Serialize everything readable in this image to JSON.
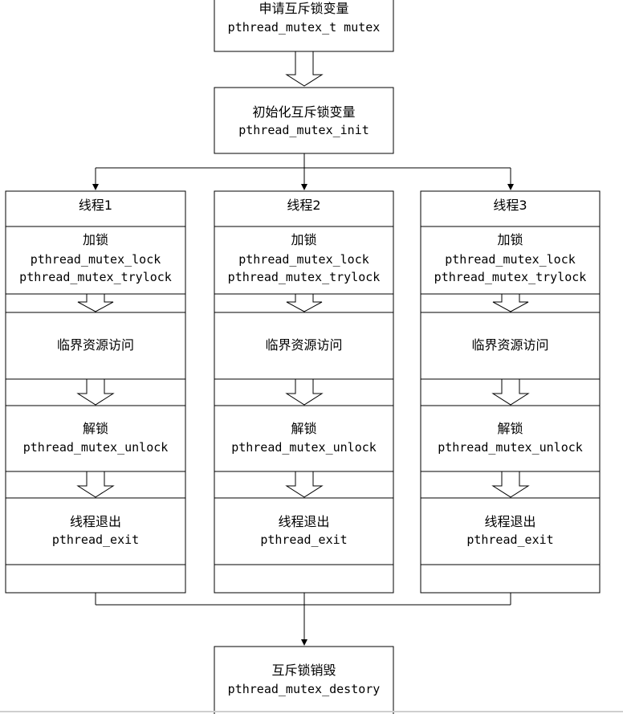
{
  "top_box": {
    "line1": "申请互斥锁变量",
    "line2": "pthread_mutex_t mutex"
  },
  "init_box": {
    "line1": "初始化互斥锁变量",
    "line2": "pthread_mutex_init"
  },
  "threads": [
    {
      "title": "线程1",
      "lock": {
        "line1": "加锁",
        "line2": "pthread_mutex_lock",
        "line3": "pthread_mutex_trylock"
      },
      "critical": "临界资源访问",
      "unlock": {
        "line1": "解锁",
        "line2": "pthread_mutex_unlock"
      },
      "exit": {
        "line1": "线程退出",
        "line2": "pthread_exit"
      }
    },
    {
      "title": "线程2",
      "lock": {
        "line1": "加锁",
        "line2": "pthread_mutex_lock",
        "line3": "pthread_mutex_trylock"
      },
      "critical": "临界资源访问",
      "unlock": {
        "line1": "解锁",
        "line2": "pthread_mutex_unlock"
      },
      "exit": {
        "line1": "线程退出",
        "line2": "pthread_exit"
      }
    },
    {
      "title": "线程3",
      "lock": {
        "line1": "加锁",
        "line2": "pthread_mutex_lock",
        "line3": "pthread_mutex_trylock"
      },
      "critical": "临界资源访问",
      "unlock": {
        "line1": "解锁",
        "line2": "pthread_mutex_unlock"
      },
      "exit": {
        "line1": "线程退出",
        "line2": "pthread_exit"
      }
    }
  ],
  "destroy_box": {
    "line1": "互斥锁销毁",
    "line2": "pthread_mutex_destory"
  }
}
